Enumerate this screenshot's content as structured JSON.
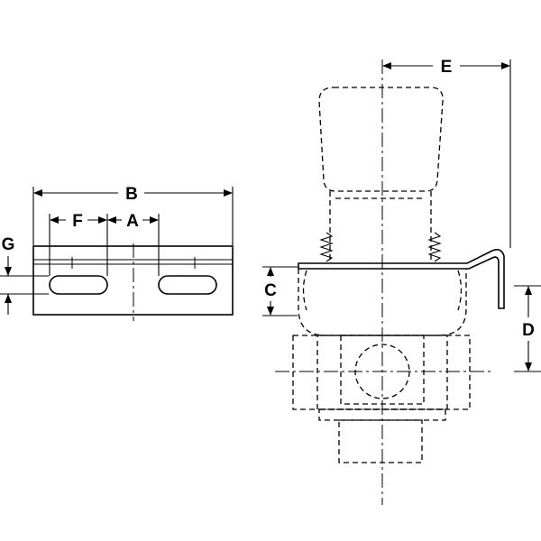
{
  "drawing": {
    "labels": {
      "a": "A",
      "b": "B",
      "c": "C",
      "d": "D",
      "e": "E",
      "f": "F",
      "g": "G"
    },
    "line_color": "#000000",
    "background": "#ffffff"
  }
}
